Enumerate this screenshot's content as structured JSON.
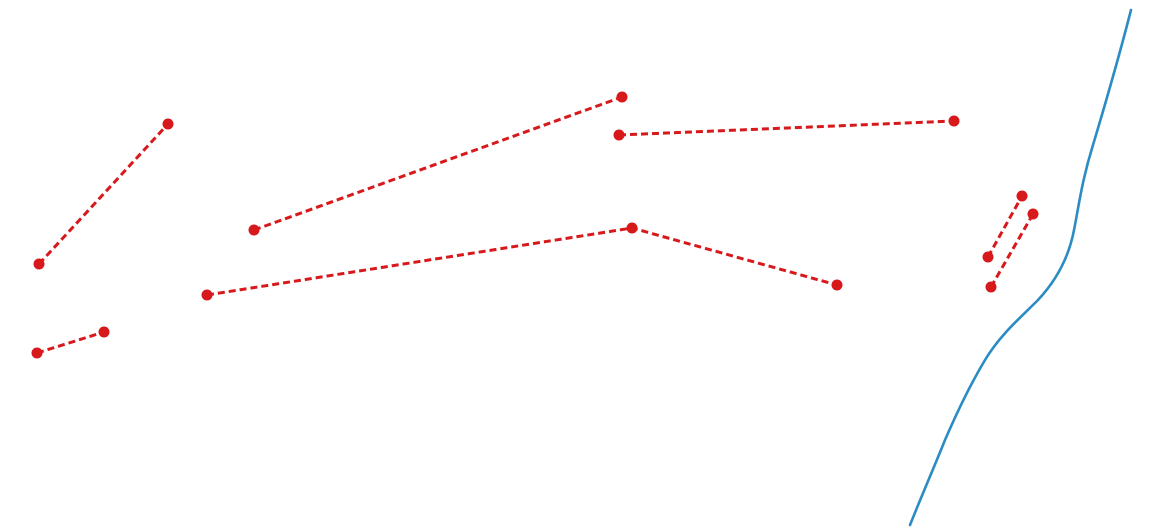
{
  "map": {
    "background": "#ffffff",
    "route_color": "#d7191c",
    "river_color": "#2b8cc4",
    "route_style": "dashed",
    "routes": [
      {
        "id": "route-1"
      },
      {
        "id": "route-2"
      },
      {
        "id": "route-3"
      },
      {
        "id": "route-4"
      },
      {
        "id": "route-5"
      },
      {
        "id": "route-6"
      },
      {
        "id": "route-7"
      },
      {
        "id": "route-8"
      }
    ],
    "river": {
      "id": "river"
    }
  }
}
